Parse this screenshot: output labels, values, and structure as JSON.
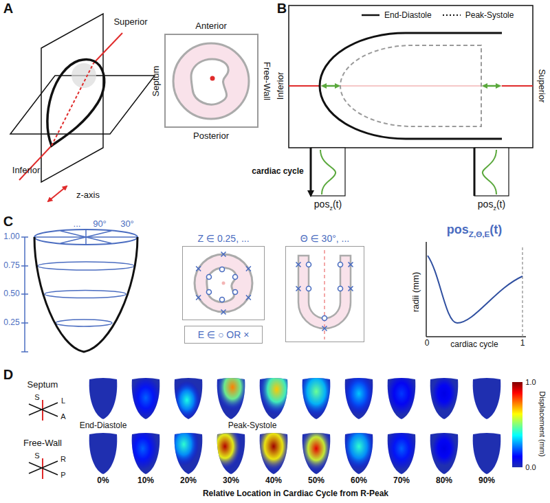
{
  "diagram": {
    "nodes": [
      {
        "text": [
          "Z ∈ 0.25, ..."
        ]
      },
      {
        "text": [
          "E ∈ ○ OR ×"
        ]
      },
      {
        "text": [
          "Θ ∈ 30°, ..."
        ]
      }
    ],
    "labels": [
      "A",
      "Superior",
      "Inferior",
      "z-axis",
      "Anterior",
      "Septum",
      "Free-Wall",
      "Posterior",
      "B",
      "Inferior",
      "Superior",
      "cardiac cycle",
      "pos",
      "z",
      "(t)",
      "pos",
      "z",
      "(t)",
      "C",
      "...",
      "90°",
      "30°",
      "1.00",
      "0.75",
      "0.50",
      "0.25",
      "pos",
      "Z,Θ,E",
      "(t)",
      "radii (mm)",
      "0",
      "cardiac cycle",
      "1",
      "D",
      "Septum",
      "S",
      "L",
      "A",
      "Free-Wall",
      "S",
      "R",
      "P",
      "End-Diastole",
      "Peak-Systole",
      "0%",
      "10%",
      "20%",
      "30%",
      "40%",
      "50%",
      "60%",
      "70%",
      "80%",
      "90%",
      "1.0",
      "0.0",
      "Displacement (mm)",
      "Relative Location in Cardiac Cycle from R-Peak"
    ],
    "legend": [
      {
        "text": "End-Diastole"
      },
      {
        "text": "Peak-Systole"
      }
    ]
  }
}
